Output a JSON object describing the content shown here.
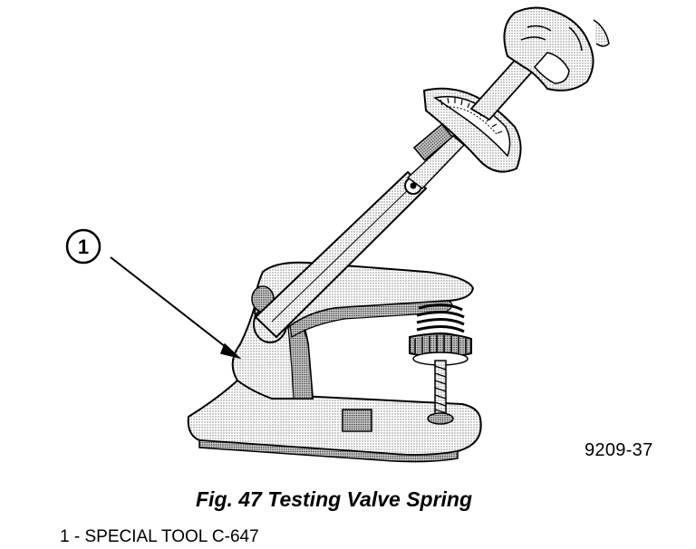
{
  "figure": {
    "callout_number": "1",
    "code": "9209-37",
    "caption": "Fig. 47 Testing Valve Spring",
    "legend": [
      {
        "number": "1",
        "separator": " - ",
        "label": "SPECIAL TOOL C-647"
      }
    ]
  },
  "colors": {
    "ink": "#000000",
    "paper": "#ffffff",
    "tool_shade": "#d6d6d6",
    "dark_shade": "#9a9a9a"
  },
  "icons": {
    "hand": "hand-icon",
    "torque_wrench": "torque-wrench-icon",
    "tester_body": "spring-tester-icon",
    "spring": "valve-spring-icon",
    "callout_arrow": "arrow-icon"
  }
}
